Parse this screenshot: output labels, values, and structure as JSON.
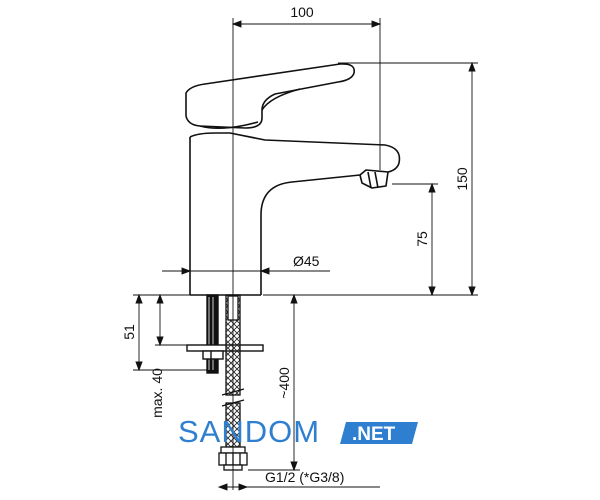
{
  "dimensions": {
    "width_100": "100",
    "height_150": "150",
    "spout_75": "75",
    "diameter_45": "Ø45",
    "shank_51": "51",
    "max_40": "max. 40",
    "hose_400": "~400",
    "thread": "G1/2 (*G3/8)"
  },
  "watermark": {
    "brand": "SANDOM",
    "tld": ".NET",
    "color": "#2f7fd0"
  },
  "colors": {
    "line": "#111111"
  }
}
